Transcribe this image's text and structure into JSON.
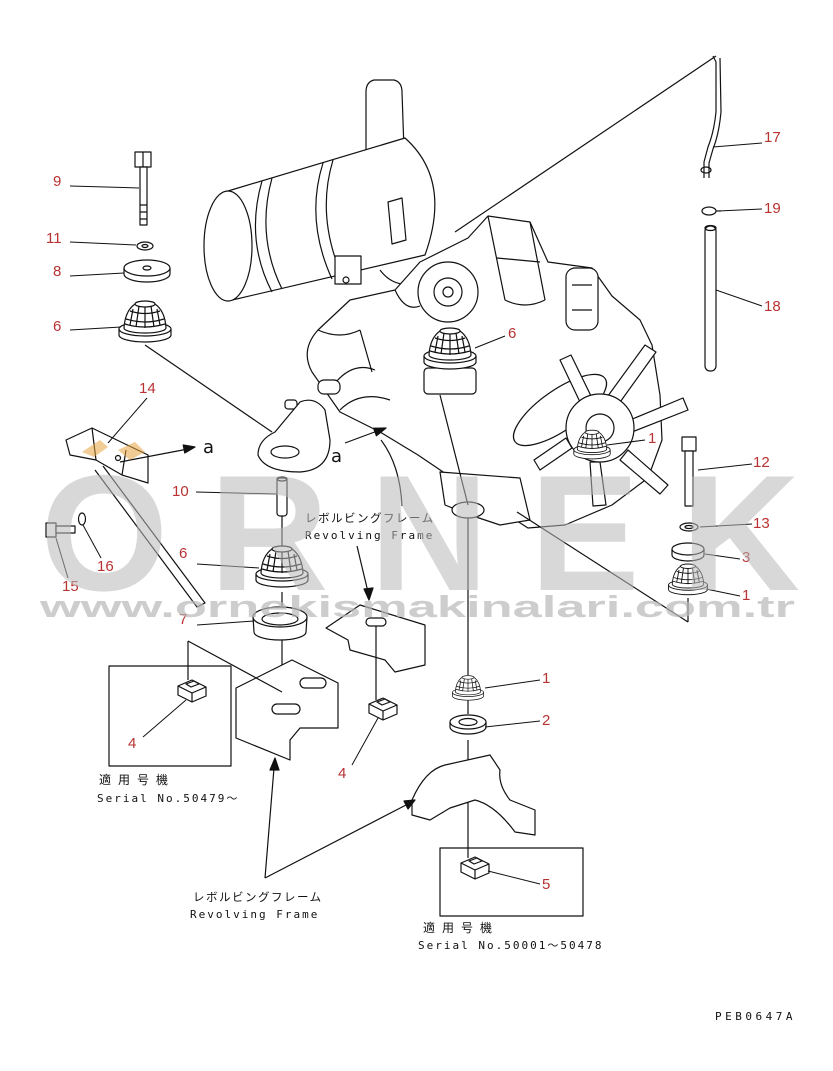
{
  "diagram": {
    "callouts": [
      "9",
      "11",
      "8",
      "6",
      "14",
      "10",
      "15",
      "16",
      "6",
      "7",
      "4",
      "4",
      "6",
      "1",
      "12",
      "13",
      "3",
      "1",
      "17",
      "19",
      "18",
      "1",
      "2",
      "5"
    ],
    "view_markers": [
      "a",
      "a"
    ],
    "frame_labels": [
      {
        "jp": "レボルビングフレーム",
        "en": "Revolving Frame"
      },
      {
        "jp": "レボルビングフレーム",
        "en": "Revolving Frame"
      }
    ],
    "applicability_notes": [
      {
        "heading": "適用号機",
        "serial": "Serial No.50479～"
      },
      {
        "heading": "適用号機",
        "serial": "Serial No.50001～50478"
      }
    ],
    "drawing_code": "PEB0647A"
  },
  "watermark": {
    "logo": "ORNEK",
    "url": "www.ornekismakinalari.com.tr"
  },
  "colors": {
    "callout": "#b83232",
    "line": "#111111",
    "watermark": "#b9b9b9",
    "logo_accent": "#e6a23c"
  }
}
